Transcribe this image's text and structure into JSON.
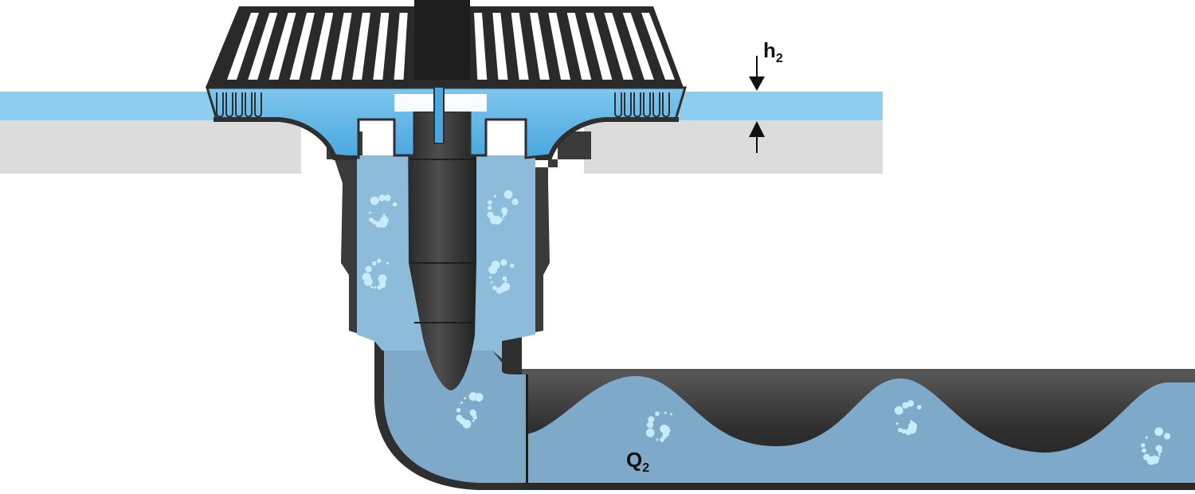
{
  "labels": {
    "h_main": "h",
    "h_sub": "2",
    "q_main": "Q",
    "q_sub": "2"
  },
  "colors": {
    "water": "#8ecdf0",
    "water_dark": "#6fb8e6",
    "water_in_pipe": "#7fa9c9",
    "roof": "#dcdcdc",
    "pipe_dark": "#2e2e2e",
    "pipe_mid": "#4a4a4a",
    "grate": "#2a2a2a",
    "bubble": "#c8ecff"
  }
}
